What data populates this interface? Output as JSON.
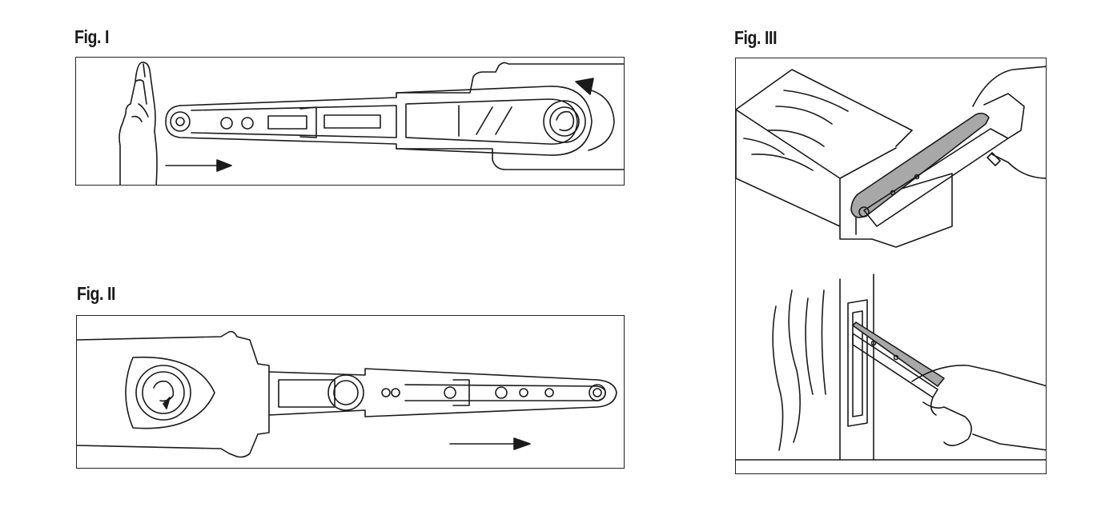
{
  "figures": [
    {
      "label": "Fig. I"
    },
    {
      "label": "Fig. II"
    },
    {
      "label": "Fig. III"
    }
  ],
  "colors": {
    "line": "#1a1a1a",
    "belt_fill": "#a8a8a8",
    "background": "#ffffff"
  },
  "icons": [
    "hand-icon",
    "direction-arrow-icon",
    "rotation-arrow-icon",
    "belt-sander-icon",
    "wood-block-icon",
    "door-frame-icon"
  ]
}
